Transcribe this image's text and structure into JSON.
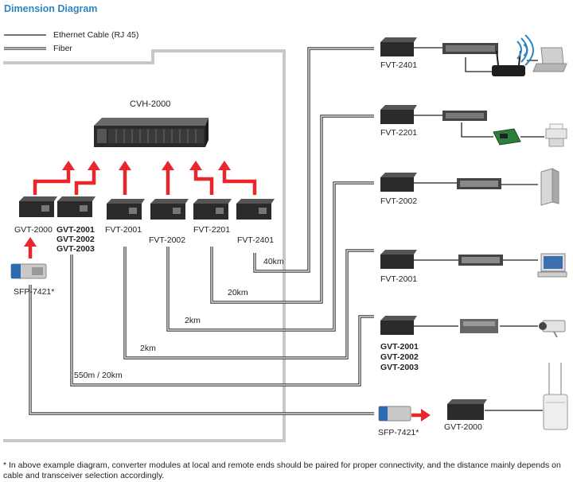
{
  "title": "Dimension Diagram",
  "legend": {
    "ethernet": "Ethernet Cable (RJ 45)",
    "fiber": "Fiber"
  },
  "chassis": "CVH-2000",
  "local": {
    "gvt2000": "GVT-2000",
    "gvt2001": "GVT-2001",
    "gvt2002": "GVT-2002",
    "gvt2003": "GVT-2003",
    "fvt2001": "FVT-2001",
    "fvt2002": "FVT-2002",
    "fvt2201": "FVT-2201",
    "fvt2401": "FVT-2401",
    "sfp": "SFP-7421*"
  },
  "distances": {
    "d40": "40km",
    "d20": "20km",
    "d2a": "2km",
    "d2b": "2km",
    "d550": "550m / 20km"
  },
  "remote": {
    "fvt2401": "FVT-2401",
    "fvt2201": "FVT-2201",
    "fvt2002": "FVT-2002",
    "fvt2001": "FVT-2001",
    "gvt2001": "GVT-2001",
    "gvt2002": "GVT-2002",
    "gvt2003": "GVT-2003",
    "sfp": "SFP-7421*",
    "gvt2000": "GVT-2000"
  },
  "footnote": "* In above example diagram, converter modules at local and remote ends should be paired for proper connectivity, and the distance mainly depends on cable and transceiver selection accordingly.",
  "colors": {
    "title": "#2e86c1",
    "arrow": "#e8262c",
    "enclosure": "#c8c8c8",
    "line": "#222222"
  }
}
